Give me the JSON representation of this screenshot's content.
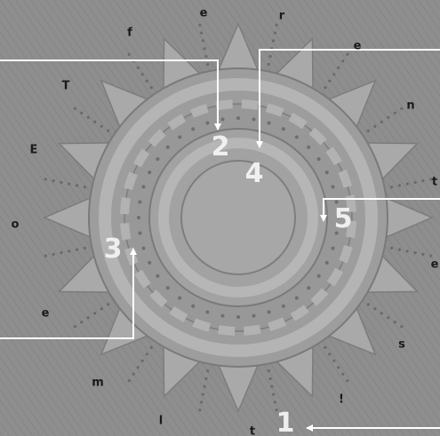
{
  "letters": [
    "e",
    "r",
    "f",
    "e",
    "T",
    "n",
    "E",
    "t",
    "o",
    "e",
    "e",
    "s",
    "m",
    "!",
    "l",
    "t"
  ],
  "callout_numbers": [
    "1",
    "2",
    "3",
    "4",
    "5"
  ],
  "colors": {
    "background": "#8f8f8f",
    "petal": "#a8a8a8",
    "ring": "#9b9b9b",
    "callout_line": "#ffffff",
    "callout_number": "#f4f4f4",
    "letter": "#1a1a1a"
  },
  "petal_count": 16
}
